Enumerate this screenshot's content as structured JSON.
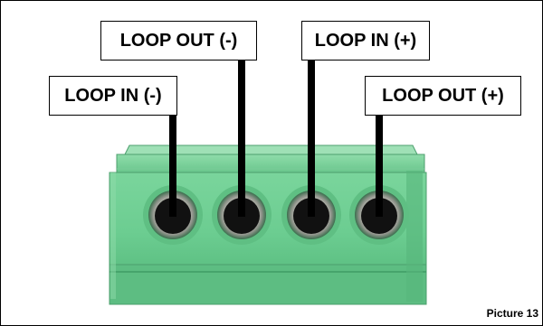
{
  "labels": {
    "loop_in_minus": "LOOP IN (-)",
    "loop_out_minus": "LOOP OUT (-)",
    "loop_in_plus": "LOOP IN (+)",
    "loop_out_plus": "LOOP OUT (+)"
  },
  "caption": "Picture 13",
  "colors": {
    "block_green": "#6fcf93",
    "block_dark": "#3f9c64",
    "hole_black": "#111111",
    "leader_black": "#000000"
  }
}
